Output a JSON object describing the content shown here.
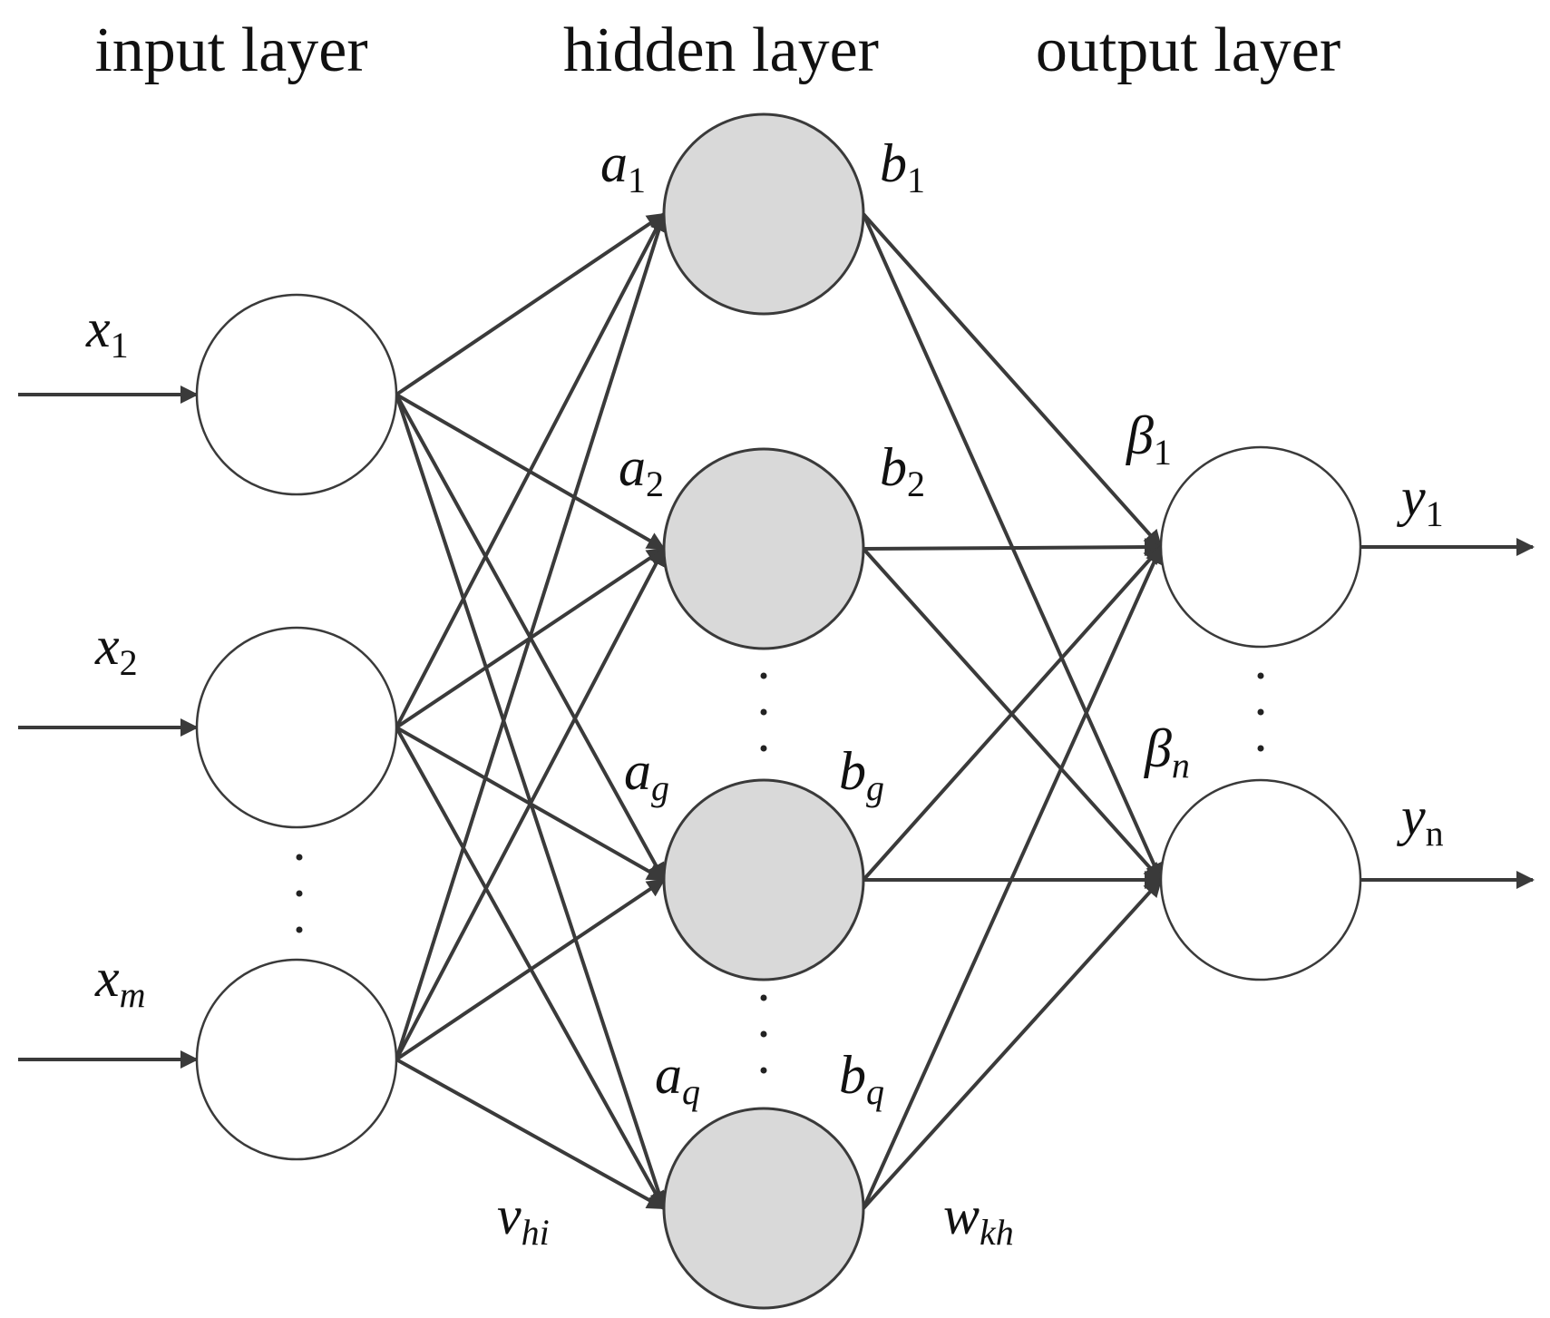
{
  "layers": {
    "input": "input layer",
    "hidden": "hidden layer",
    "output": "output layer"
  },
  "inputs": [
    {
      "base": "x",
      "sub": "1"
    },
    {
      "base": "x",
      "sub": "2"
    },
    {
      "base": "x",
      "sub": "m"
    }
  ],
  "hidden_in": [
    {
      "base": "a",
      "sub": "1"
    },
    {
      "base": "a",
      "sub": "2"
    },
    {
      "base": "a",
      "sub": "g"
    },
    {
      "base": "a",
      "sub": "q"
    }
  ],
  "hidden_out": [
    {
      "base": "b",
      "sub": "1"
    },
    {
      "base": "b",
      "sub": "2"
    },
    {
      "base": "b",
      "sub": "g"
    },
    {
      "base": "b",
      "sub": "q"
    }
  ],
  "output_in": [
    {
      "base": "β",
      "sub": "1"
    },
    {
      "base": "β",
      "sub": "n"
    }
  ],
  "outputs": [
    {
      "base": "y",
      "sub": "1"
    },
    {
      "base": "y",
      "sub": "n"
    }
  ],
  "weights": {
    "input_hidden": {
      "base": "v",
      "sub": "hi"
    },
    "hidden_output": {
      "base": "w",
      "sub": "kh"
    }
  },
  "colors": {
    "hidden_fill": "#d9d9d9",
    "stroke": "#3a3a3a"
  }
}
